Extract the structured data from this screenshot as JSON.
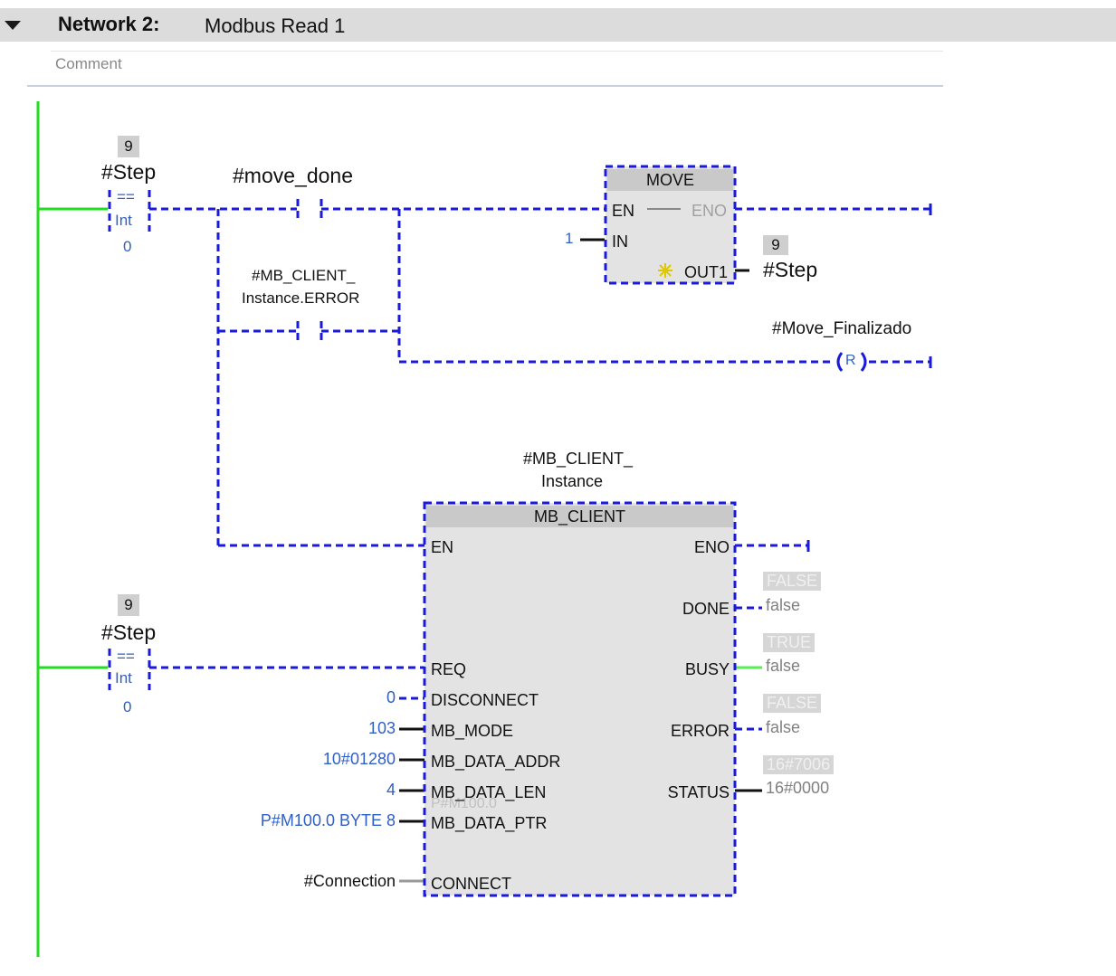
{
  "network": {
    "label": "Network 2:",
    "title": "Modbus Read 1",
    "comment_placeholder": "Comment"
  },
  "compare1": {
    "value_box": "9",
    "operand": "#Step",
    "op": "==",
    "type": "Int",
    "operand2": "0"
  },
  "contact_move_done": {
    "label": "#move_done"
  },
  "contact_error": {
    "label_line1": "#MB_CLIENT_",
    "label_line2": "Instance.ERROR"
  },
  "move_block": {
    "title": "MOVE",
    "en": "EN",
    "eno": "ENO",
    "in": "IN",
    "out1": "OUT1",
    "in_value": "1",
    "out_value_box": "9",
    "out_operand": "#Step"
  },
  "reset_coil": {
    "label": "#Move_Finalizado",
    "symbol": "R"
  },
  "mb_client": {
    "instance_line1": "#MB_CLIENT_",
    "instance_line2": "Instance",
    "title": "MB_CLIENT",
    "inputs": [
      "EN",
      "REQ",
      "DISCONNECT",
      "MB_MODE",
      "MB_DATA_ADDR",
      "MB_DATA_LEN",
      "MB_DATA_PTR",
      "CONNECT"
    ],
    "outputs": [
      "ENO",
      "DONE",
      "BUSY",
      "ERROR",
      "STATUS"
    ],
    "input_values": {
      "disconnect": "0",
      "mb_mode": "103",
      "mb_data_addr": "10#01280",
      "mb_data_len": "4",
      "mb_data_ptr": "P#M100.0 BYTE 8",
      "connect": "#Connection"
    },
    "ghost_ptr": "P#M100.0",
    "output_values": {
      "done_ghost": "FALSE",
      "done": "false",
      "busy_ghost": "TRUE",
      "busy": "false",
      "error_ghost": "FALSE",
      "error": "false",
      "status_ghost": "16#7006",
      "status": "16#0000"
    }
  },
  "compare2": {
    "value_box": "9",
    "operand": "#Step",
    "op": "==",
    "type": "Int",
    "operand2": "0"
  },
  "colors": {
    "power_rail": "#22dd22",
    "wire_dashed": "#1a1adc",
    "value_blue": "#2f5fc8",
    "block_bg": "#e3e3e3",
    "header_bg": "#dcdcdc"
  }
}
